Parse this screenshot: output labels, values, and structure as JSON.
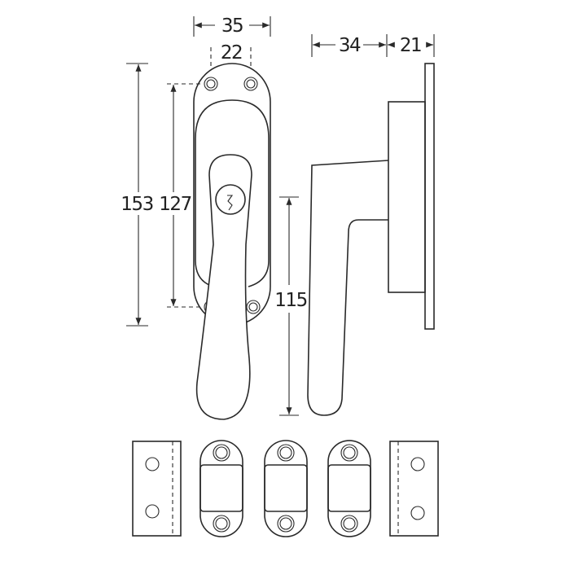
{
  "dimensions": {
    "rosette_width": "35",
    "screw_spacing": "22",
    "rosette_height": "153",
    "screw_vertical_spacing": "127",
    "handle_length": "115",
    "handle_projection": "34",
    "base_depth": "21"
  },
  "colors": {
    "line": "#2a2a2a",
    "background": "#ffffff"
  }
}
